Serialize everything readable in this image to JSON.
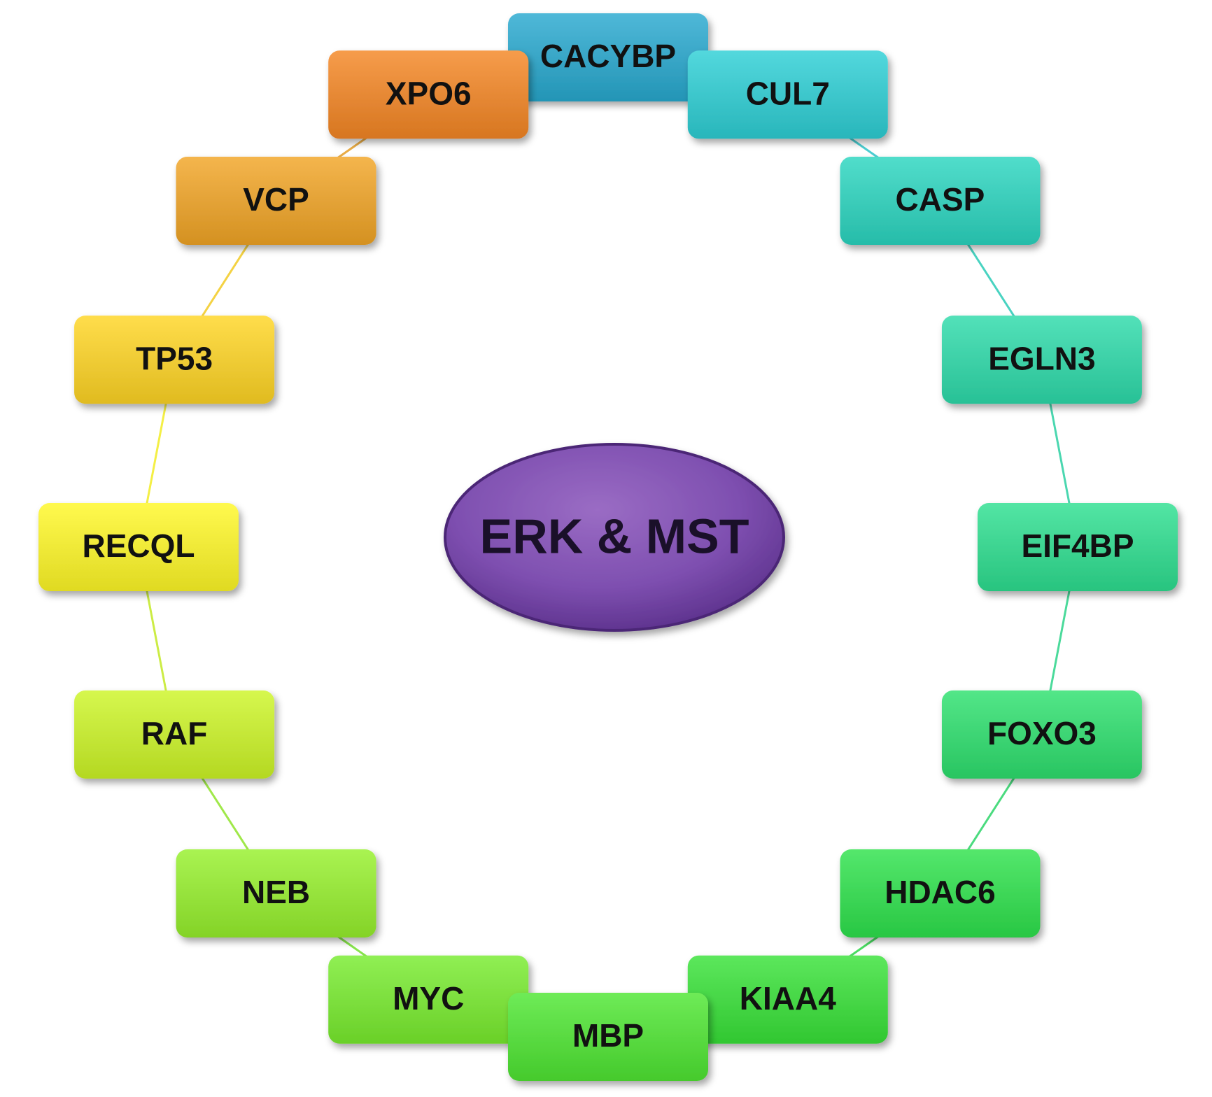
{
  "center": {
    "label": "ERK & MST",
    "colors": {
      "light": "#9A6CC4",
      "mid": "#7E4FB0",
      "dark": "#5A2F8A",
      "stroke": "#4B2776",
      "text": "#1A1029"
    }
  },
  "nodes": [
    {
      "label": "CACYBP",
      "color": "#28A9CF"
    },
    {
      "label": "CUL7",
      "color": "#2DCFD5"
    },
    {
      "label": "CASP",
      "color": "#2BD6C0"
    },
    {
      "label": "EGLN3",
      "color": "#2DDBAA"
    },
    {
      "label": "EIF4BP",
      "color": "#2DDF90"
    },
    {
      "label": "FOXO3",
      "color": "#2DE06E"
    },
    {
      "label": "HDAC6",
      "color": "#2EE24C"
    },
    {
      "label": "KIAA4",
      "color": "#38E238"
    },
    {
      "label": "MBP",
      "color": "#4EE632"
    },
    {
      "label": "MYC",
      "color": "#78EC2E"
    },
    {
      "label": "NEB",
      "color": "#96F02C"
    },
    {
      "label": "RAF",
      "color": "#CDF527"
    },
    {
      "label": "RECQL",
      "color": "#FFF827"
    },
    {
      "label": "TP53",
      "color": "#FFD524"
    },
    {
      "label": "VCP",
      "color": "#F1A526"
    },
    {
      "label": "XPO6",
      "color": "#F48624"
    }
  ]
}
